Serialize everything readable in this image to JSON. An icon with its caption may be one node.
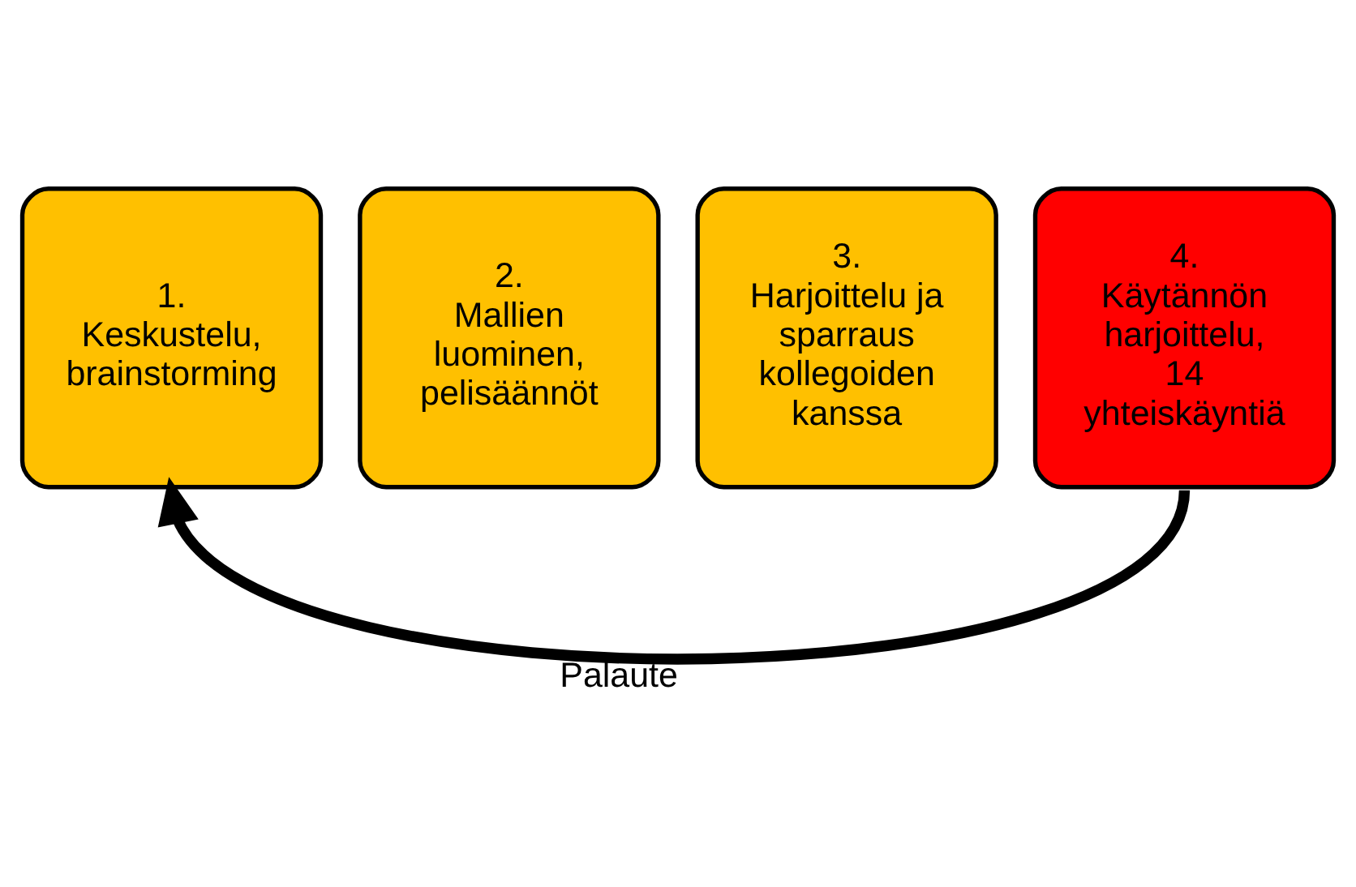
{
  "diagram": {
    "nodes": [
      {
        "text": [
          "1.",
          "Keskustelu, brainstorming"
        ]
      },
      {
        "text": [
          "2.",
          "Mallien luominen, pelisäännöt"
        ]
      },
      {
        "text": [
          "3.",
          "Harjoittelu ja sparraus kollegoiden kanssa"
        ]
      },
      {
        "text": [
          "4.",
          "Käytännön harjoittelu, 14 yhteiskäyntiä"
        ]
      }
    ],
    "edges": [
      {
        "from": 3,
        "to": 0,
        "arrow": "to",
        "label": "Palaute"
      }
    ]
  }
}
